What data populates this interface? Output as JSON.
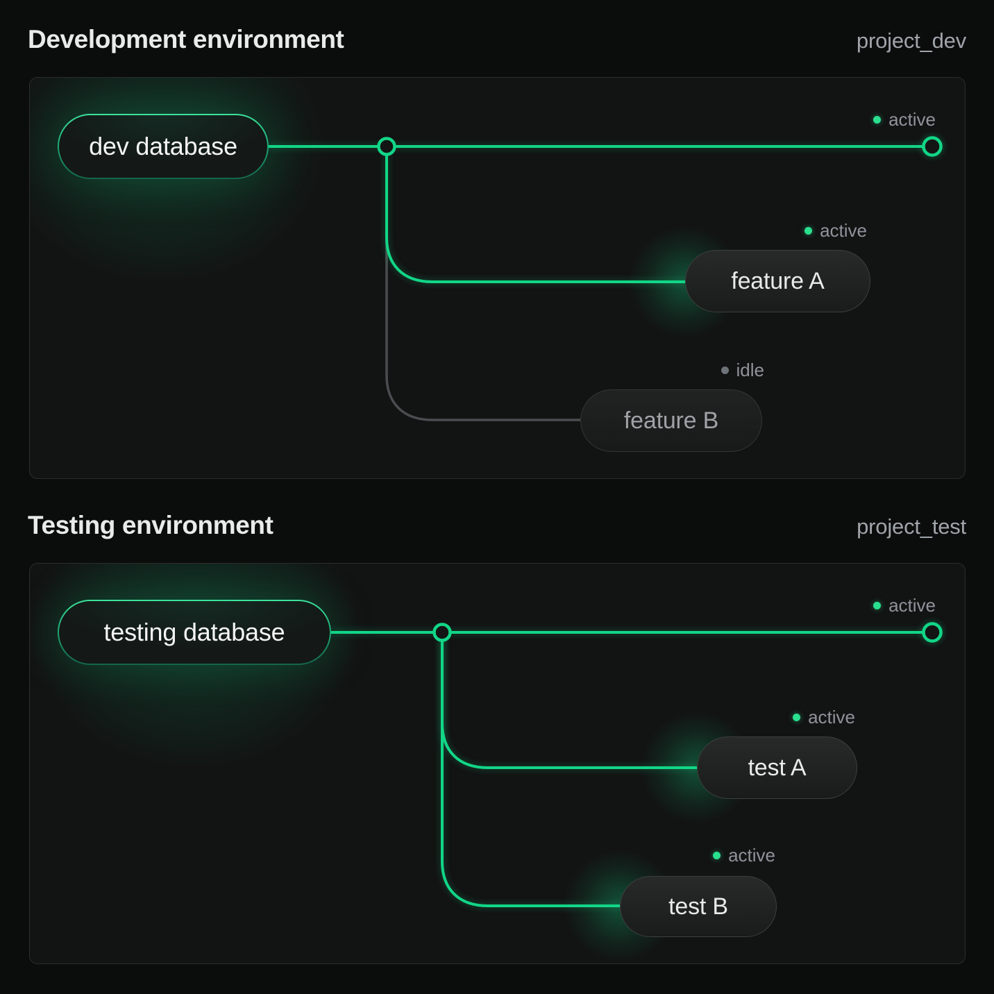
{
  "palette": {
    "accent_green": "#12d687",
    "idle_gray": "#4a4d4f",
    "status_dot_active": "#2ae08f",
    "status_dot_idle": "#6e7379",
    "status_text": "#8f949b",
    "panel_bg": "#121313",
    "page_bg": "#0b0c0c"
  },
  "sections": [
    {
      "heading": "Development environment",
      "project_label": "project_dev",
      "database": {
        "label": "dev database",
        "status": "active"
      },
      "branches": [
        {
          "label": "feature A",
          "status": "active"
        },
        {
          "label": "feature B",
          "status": "idle"
        }
      ]
    },
    {
      "heading": "Testing environment",
      "project_label": "project_test",
      "database": {
        "label": "testing database",
        "status": "active"
      },
      "branches": [
        {
          "label": "test A",
          "status": "active"
        },
        {
          "label": "test B",
          "status": "active"
        }
      ]
    }
  ]
}
